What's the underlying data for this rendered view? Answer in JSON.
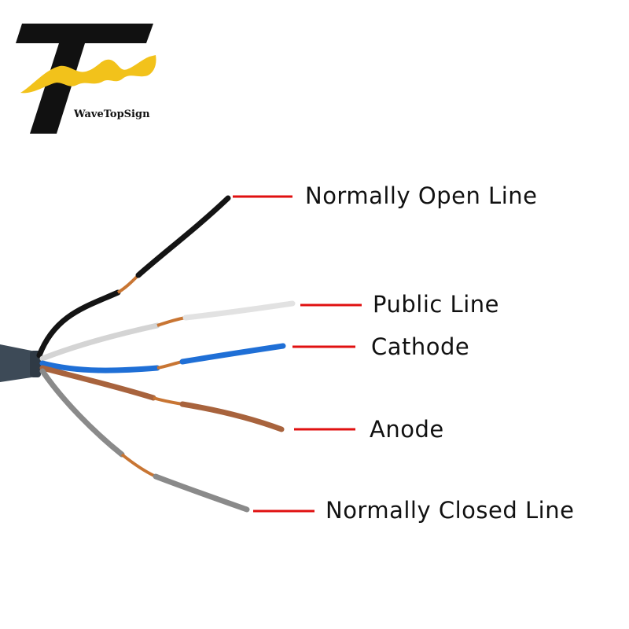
{
  "brand": {
    "name": "WaveTopSign",
    "mark_color": "#111111",
    "wave_color": "#f2c21b"
  },
  "labels": {
    "normally_open": "Normally Open Line",
    "public": "Public Line",
    "cathode": "Cathode",
    "anode": "Anode",
    "normally_closed": "Normally Closed Line"
  },
  "colors": {
    "leader_line": "#e01010",
    "cable_jacket": "#3d4a57",
    "wire_black": "#141414",
    "wire_white": "#dcdcdc",
    "wire_blue": "#1f6fd6",
    "wire_brown": "#a8633d",
    "wire_gray": "#8a8a8a",
    "copper": "#c87533"
  }
}
